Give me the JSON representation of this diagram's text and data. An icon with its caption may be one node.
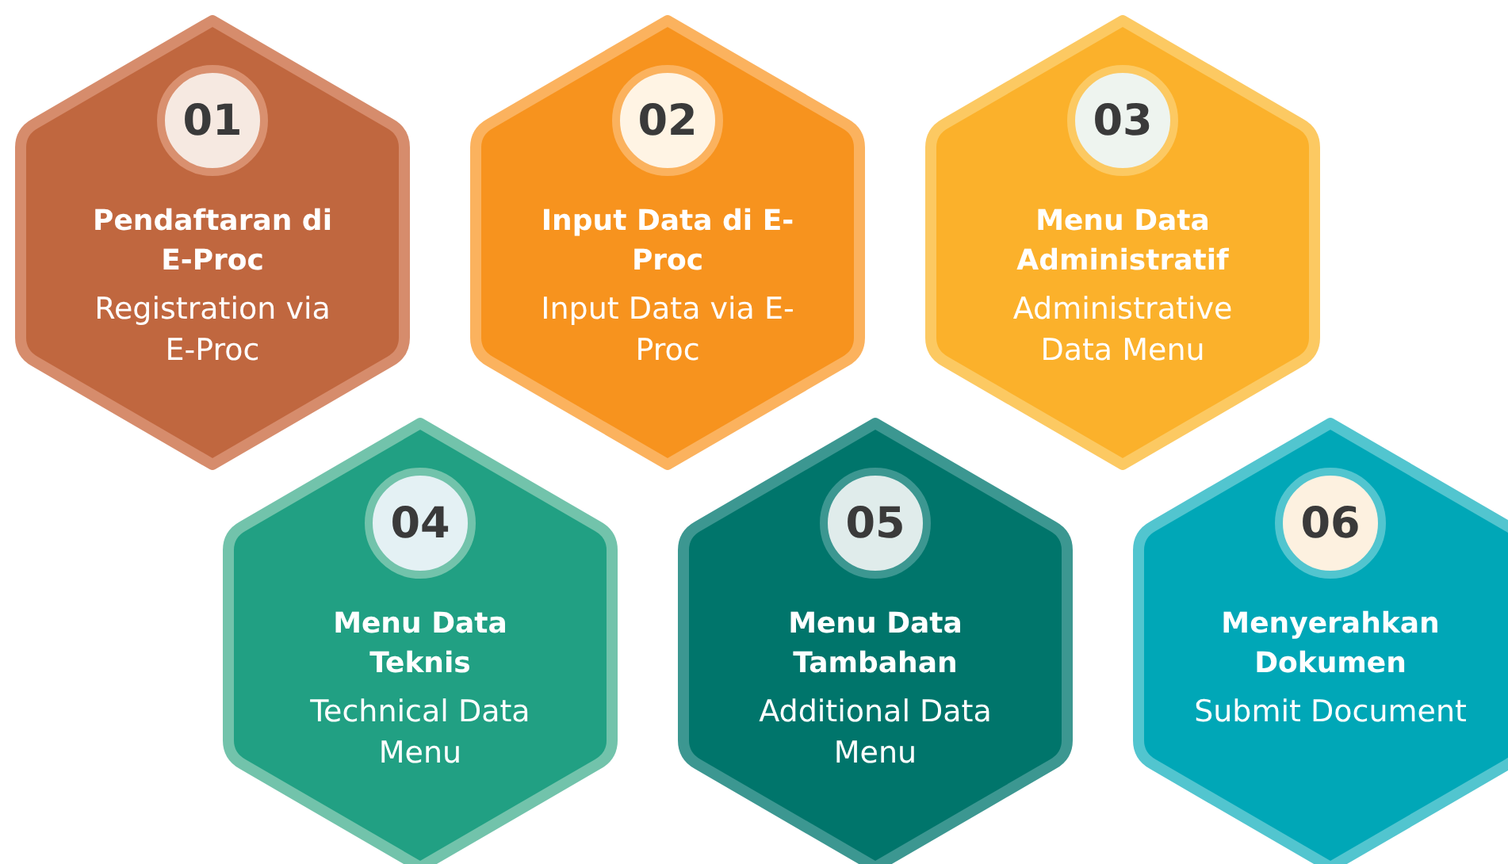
{
  "diagram": {
    "nodes": [
      {
        "text": [
          "01",
          "Pendaftaran di E-Proc",
          "Registration via E-Proc"
        ]
      },
      {
        "text": [
          "02",
          "Input Data di E-Proc",
          "Input Data via E-Proc"
        ]
      },
      {
        "text": [
          "03",
          "Menu Data Administratif",
          "Administrative Data Menu"
        ]
      },
      {
        "text": [
          "04",
          "Menu Data Teknis",
          "Technical Data Menu"
        ]
      },
      {
        "text": [
          "05",
          "Menu Data Tambahan",
          "Additional Data Menu"
        ]
      },
      {
        "text": [
          "06",
          "Menyerahkan Dokumen",
          "Submit Document"
        ]
      }
    ]
  }
}
